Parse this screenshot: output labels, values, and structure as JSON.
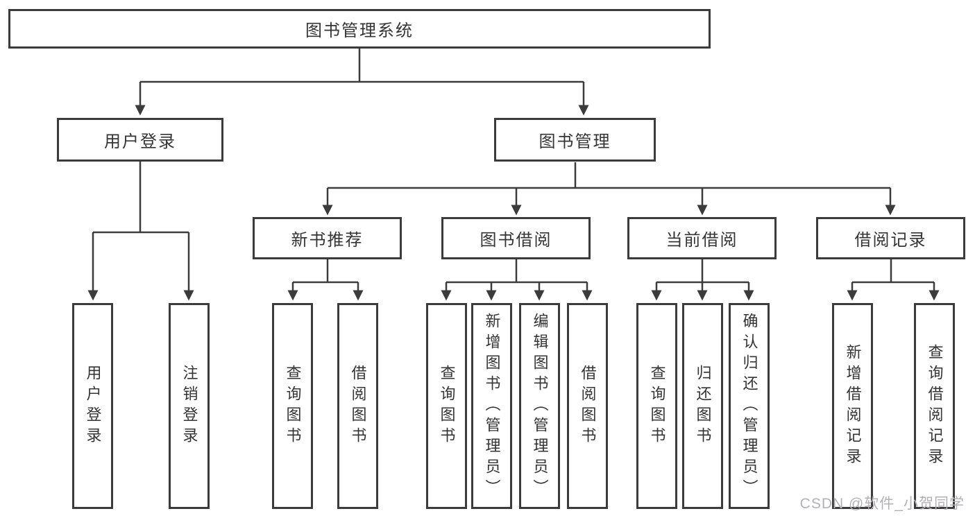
{
  "colors": {
    "line": "#3b3b3b",
    "text": "#343434",
    "watermark": "#b3b0b5",
    "background": "#ffffff"
  },
  "tree": {
    "root": "图书管理系统",
    "children": [
      {
        "label": "用户登录",
        "children": [
          "用户登录",
          "注销登录"
        ]
      },
      {
        "label": "图书管理",
        "children": [
          {
            "label": "新书推荐",
            "children": [
              "查询图书",
              "借阅图书"
            ]
          },
          {
            "label": "图书借阅",
            "children": [
              "查询图书",
              "新增图书（管理员）",
              "编辑图书（管理员）",
              "借阅图书"
            ]
          },
          {
            "label": "当前借阅",
            "children": [
              "查询图书",
              "归还图书",
              "确认归还（管理员）"
            ]
          },
          {
            "label": "借阅记录",
            "children": [
              "新增借阅记录",
              "查询借阅记录"
            ]
          }
        ]
      }
    ]
  },
  "watermark": {
    "text": "CSDN @软件_小贺同学"
  }
}
